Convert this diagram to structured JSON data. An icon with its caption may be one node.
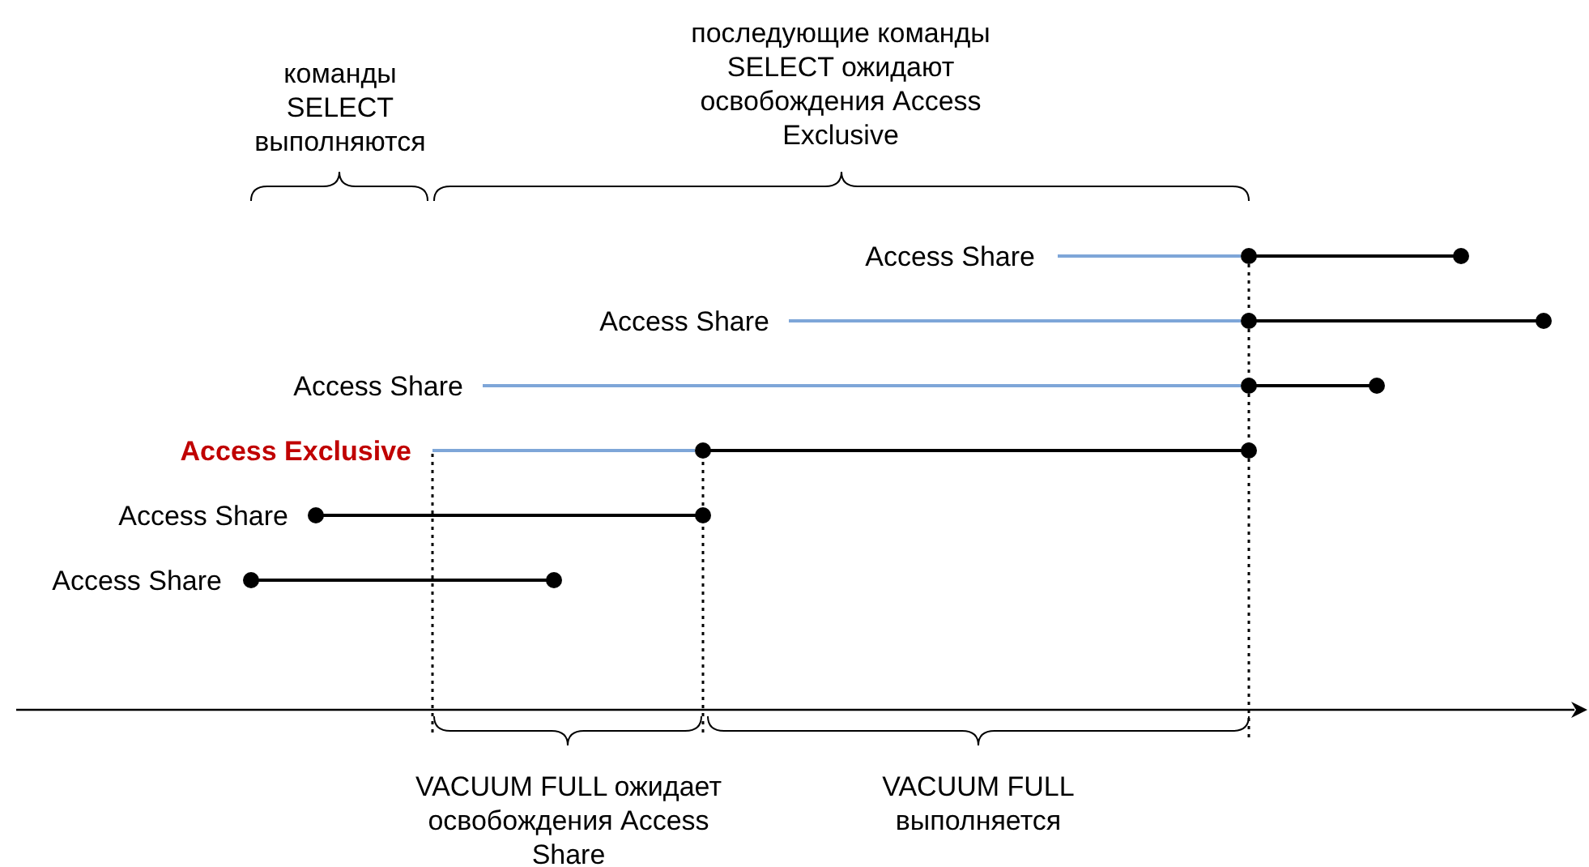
{
  "diagram": {
    "labels": [
      "команды SELECT выполняются",
      "последующие команды SELECT ожидают освобождения Access Exclusive",
      "Access Share",
      "Access Share",
      "Access Share",
      "Access Exclusive",
      "Access Share",
      "Access Share",
      "VACUUM FULL ожидает освобождения Access Share",
      "VACUUM FULL выполняется"
    ]
  }
}
